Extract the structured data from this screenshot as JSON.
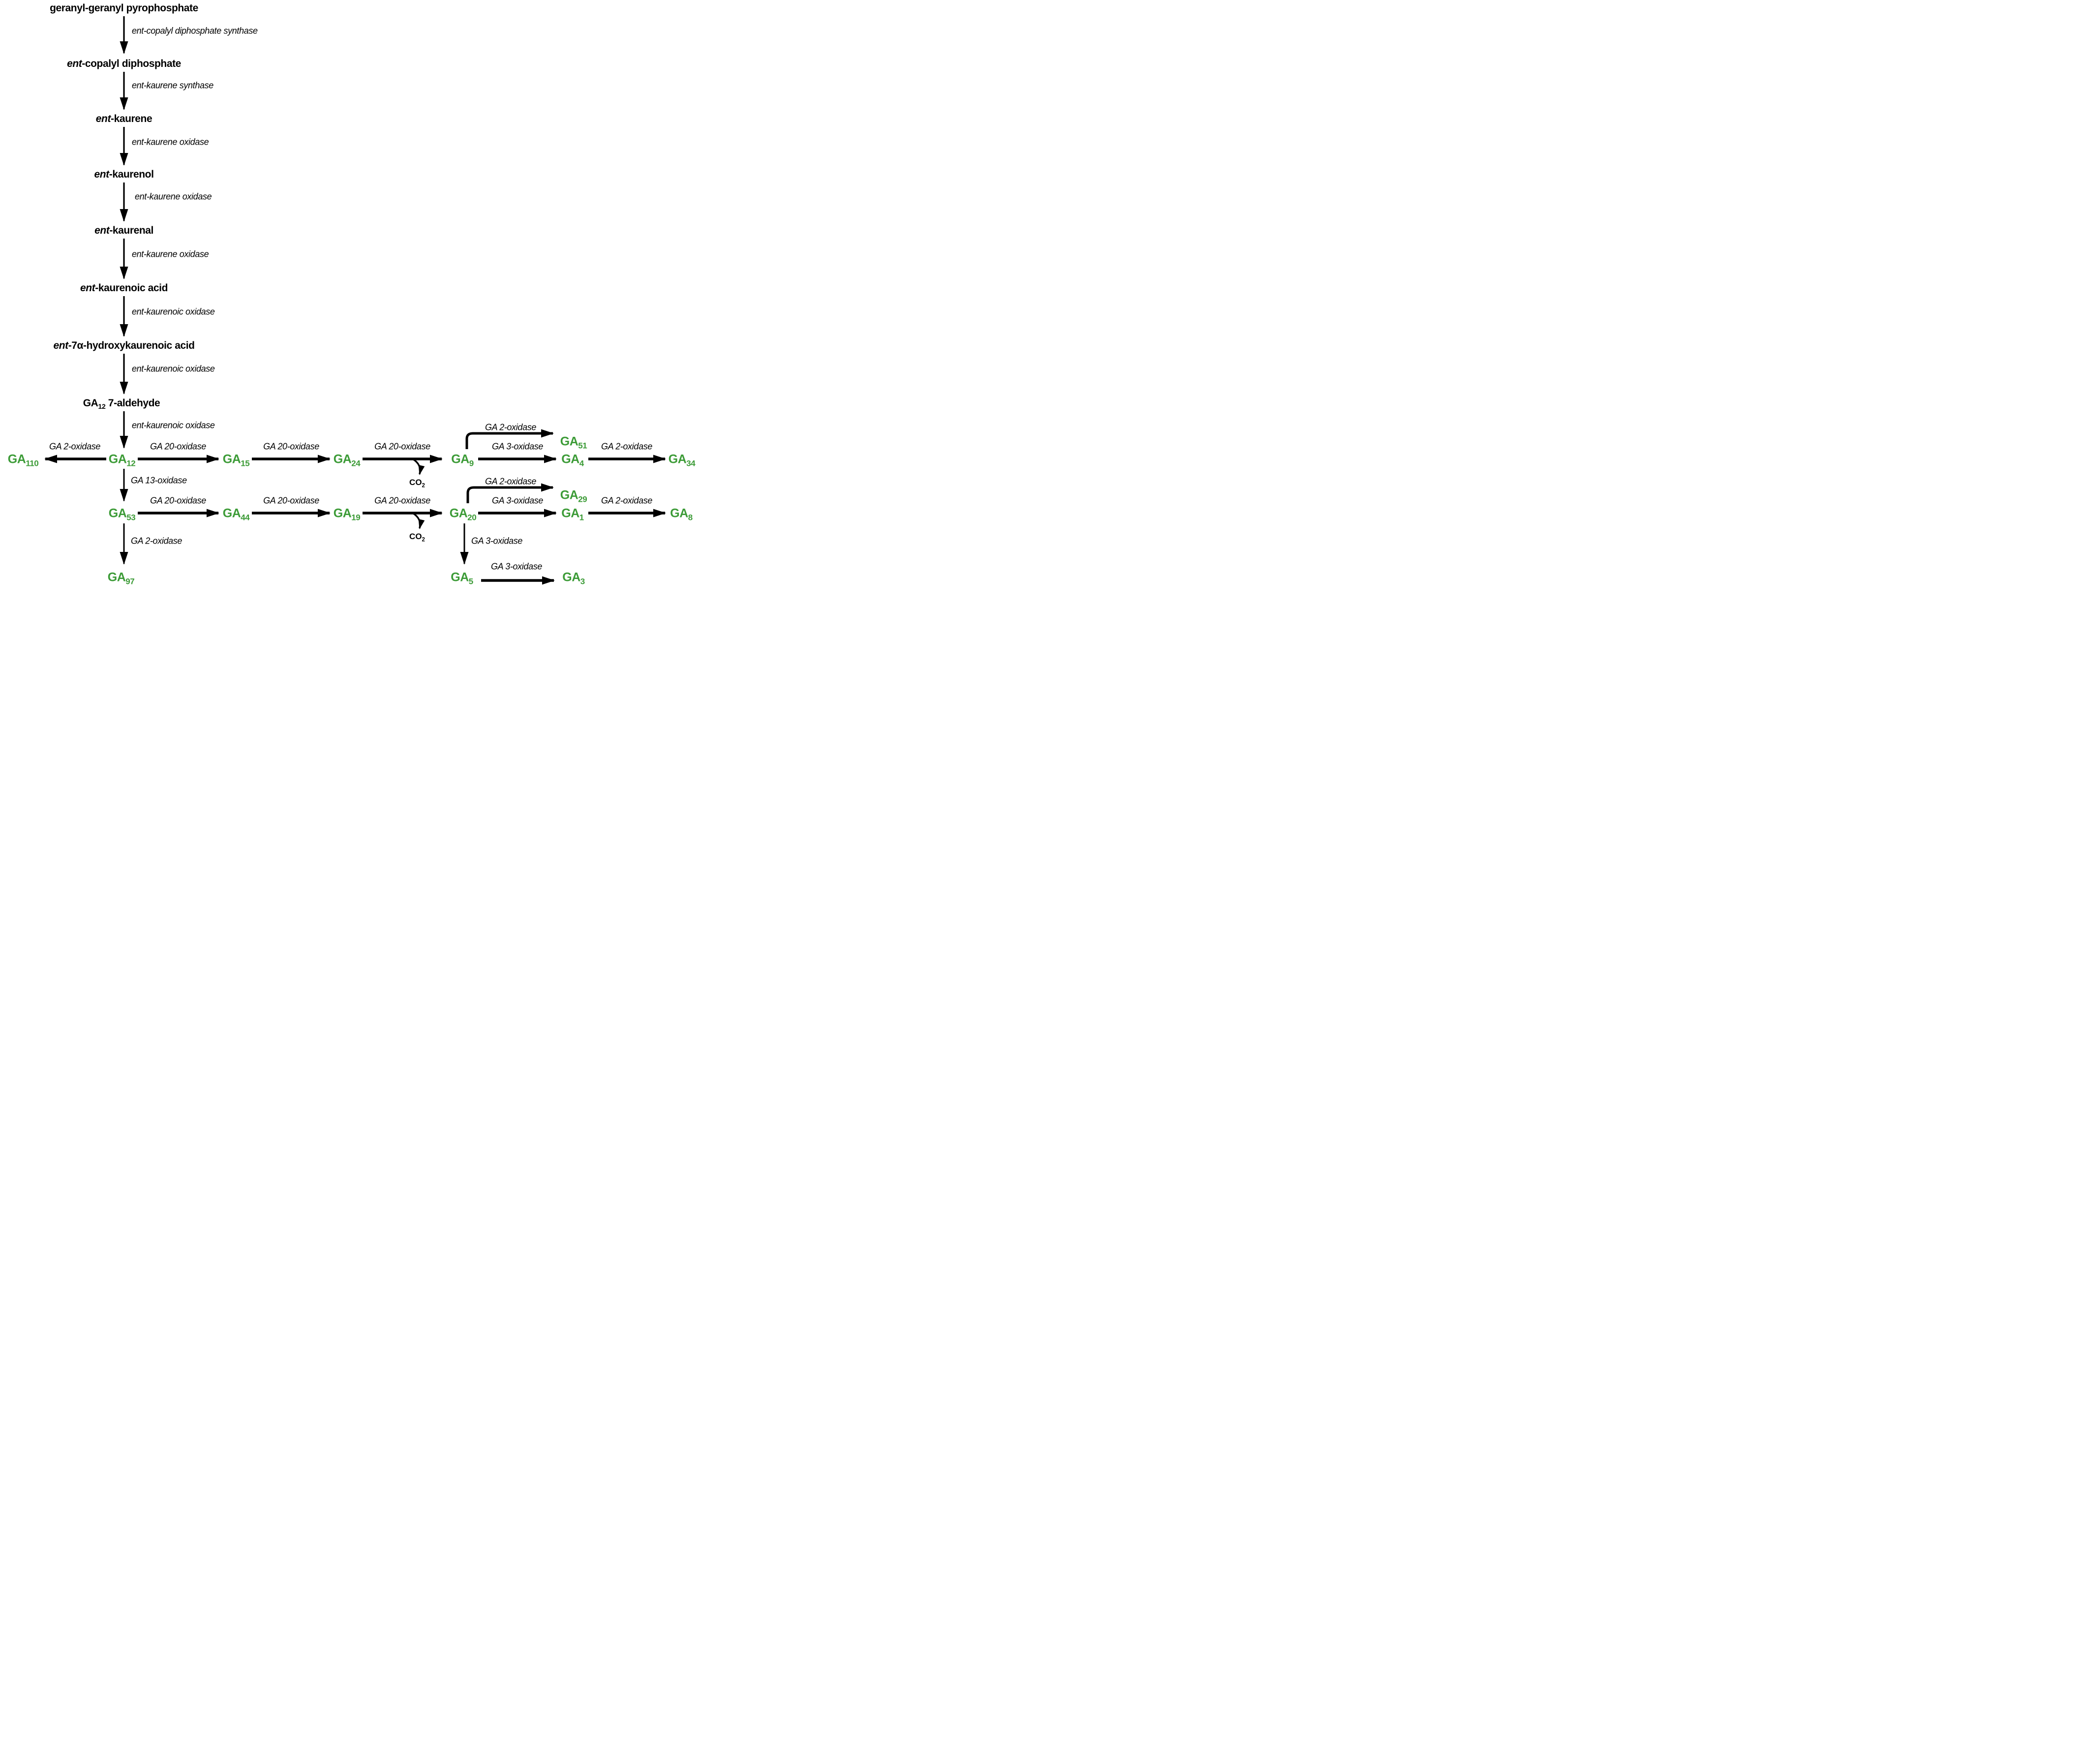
{
  "colors": {
    "gibberellin_green": "#3c9b37",
    "line_black": "#000000",
    "background": "#ffffff"
  },
  "compounds": {
    "ggpp": {
      "label": "geranyl-geranyl pyrophosphate"
    },
    "copalyl": {
      "prefix": "ent",
      "rest": "-copalyl diphosphate"
    },
    "kaurene": {
      "prefix": "ent",
      "rest": "-kaurene"
    },
    "kaurenol": {
      "prefix": "ent",
      "rest": "-kaurenol"
    },
    "kaurenal": {
      "prefix": "ent",
      "rest": "-kaurenal"
    },
    "kaurenoic_acid": {
      "prefix": "ent",
      "rest": "-kaurenoic acid"
    },
    "hydroxykaurenoic_acid": {
      "prefix": "ent",
      "rest": "-7α-hydroxykaurenoic acid"
    },
    "ga12_aldehyde": {
      "base": "GA",
      "sub": "12",
      "suffix": " 7-aldehyde"
    }
  },
  "enzymes": {
    "step1": "ent-copalyl diphosphate synthase",
    "step2": "ent-kaurene synthase",
    "step3": "ent-kaurene oxidase",
    "step4": "ent-kaurene oxidase",
    "step5": "ent-kaurene oxidase",
    "step6": "ent-kaurenoic oxidase",
    "step7": "ent-kaurenoic oxidase",
    "step8": "ent-kaurenoic oxidase"
  },
  "gibberellins": {
    "ga110": {
      "base": "GA",
      "sub": "110"
    },
    "ga12": {
      "base": "GA",
      "sub": "12"
    },
    "ga15": {
      "base": "GA",
      "sub": "15"
    },
    "ga24": {
      "base": "GA",
      "sub": "24"
    },
    "ga9": {
      "base": "GA",
      "sub": "9"
    },
    "ga51": {
      "base": "GA",
      "sub": "51"
    },
    "ga4": {
      "base": "GA",
      "sub": "4"
    },
    "ga34": {
      "base": "GA",
      "sub": "34"
    },
    "ga53": {
      "base": "GA",
      "sub": "53"
    },
    "ga44": {
      "base": "GA",
      "sub": "44"
    },
    "ga19": {
      "base": "GA",
      "sub": "19"
    },
    "ga20": {
      "base": "GA",
      "sub": "20"
    },
    "ga29": {
      "base": "GA",
      "sub": "29"
    },
    "ga1": {
      "base": "GA",
      "sub": "1"
    },
    "ga8": {
      "base": "GA",
      "sub": "8"
    },
    "ga97": {
      "base": "GA",
      "sub": "97"
    },
    "ga5": {
      "base": "GA",
      "sub": "5"
    },
    "ga3": {
      "base": "GA",
      "sub": "3"
    }
  },
  "reactions": {
    "ga12_to_ga110": "GA 2-oxidase",
    "ga12_to_ga15": "GA 20-oxidase",
    "ga15_to_ga24": "GA 20-oxidase",
    "ga24_to_ga9": "GA 20-oxidase",
    "ga9_to_ga51": "GA 2-oxidase",
    "ga9_to_ga4": "GA 3-oxidase",
    "ga4_to_ga34": "GA 2-oxidase",
    "ga12_to_ga53": "GA 13-oxidase",
    "ga53_to_ga44": "GA 20-oxidase",
    "ga44_to_ga19": "GA 20-oxidase",
    "ga19_to_ga20": "GA 20-oxidase",
    "ga20_to_ga29": "GA 2-oxidase",
    "ga20_to_ga1": "GA 3-oxidase",
    "ga1_to_ga8": "GA 2-oxidase",
    "ga53_to_ga97": "GA 2-oxidase",
    "ga20_to_ga5": "GA 3-oxidase",
    "ga5_to_ga3": "GA 3-oxidase"
  },
  "byproducts": {
    "co2_upper": {
      "base": "CO",
      "sub": "2"
    },
    "co2_lower": {
      "base": "CO",
      "sub": "2"
    }
  }
}
